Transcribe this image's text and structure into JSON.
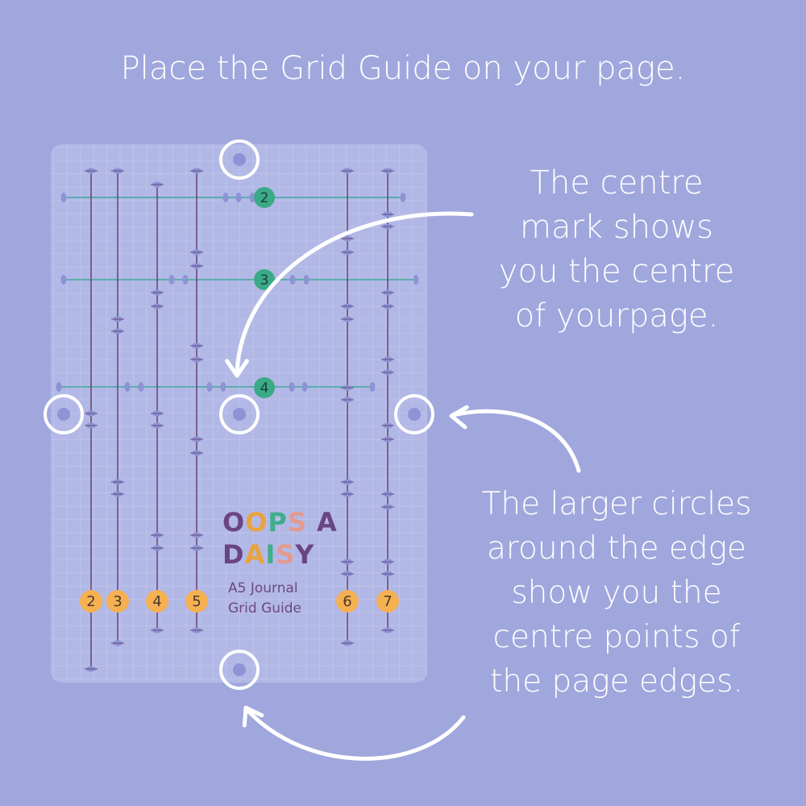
{
  "title": "Place the Grid Guide on your page.",
  "caption_centre": [
    "The centre",
    "mark shows",
    "you the centre",
    "of yourpage."
  ],
  "caption_edges": [
    "The larger circles",
    "around the edge",
    "show you the",
    "centre points of",
    "the page edges."
  ],
  "logo": {
    "line1": "OOPS A",
    "line2": "DAISY",
    "colors": [
      "#6a4583",
      "#e9a43f",
      "#3fae8c",
      "#e39a8f",
      "#6a4583"
    ]
  },
  "guide_label": [
    "A5 Journal",
    "Grid Guide"
  ],
  "column_badges": [
    "2",
    "3",
    "4",
    "5",
    "6",
    "7"
  ],
  "row_badges": [
    "2",
    "3",
    "4"
  ],
  "colors": {
    "background": "#a0a7dd",
    "vertical_line": "#6b4a7a",
    "horizontal_line": "#3aa99a",
    "column_badge": "#f5b052",
    "row_badge": "#3aaa87",
    "marker": "#8d93d4"
  }
}
